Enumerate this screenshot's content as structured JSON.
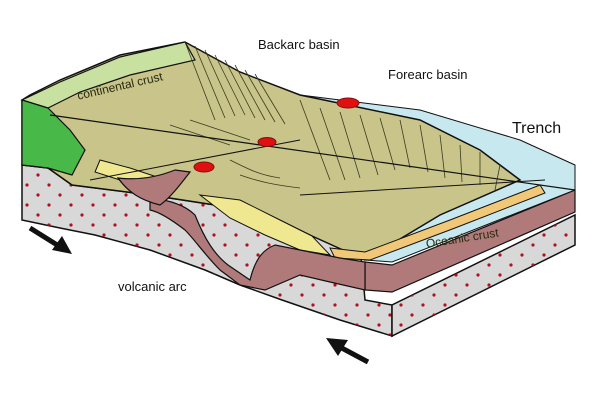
{
  "labels": {
    "backarc": "Backarc basin",
    "forearc": "Forearc basin",
    "trench": "Trench",
    "continental_crust": "continental crust",
    "oceanic_crust": "Oceanic crust",
    "volcanic_arc": "volcanic arc"
  },
  "icons": {
    "left_arrow": "arrow-right-icon",
    "right_arrow": "arrow-left-icon",
    "volcano": "volcano-icon"
  },
  "colors": {
    "land_surface": "#c8c48a",
    "forest": "#48b848",
    "crust_band": "#c8e0a0",
    "sea": "#c8e8f0",
    "magma": "#b07a7a",
    "mantle": "#d8d8d8",
    "sediment": "#f0e890",
    "oceanic_band": "#f0c878",
    "lava": "#e01010",
    "dots": "#b01020"
  }
}
